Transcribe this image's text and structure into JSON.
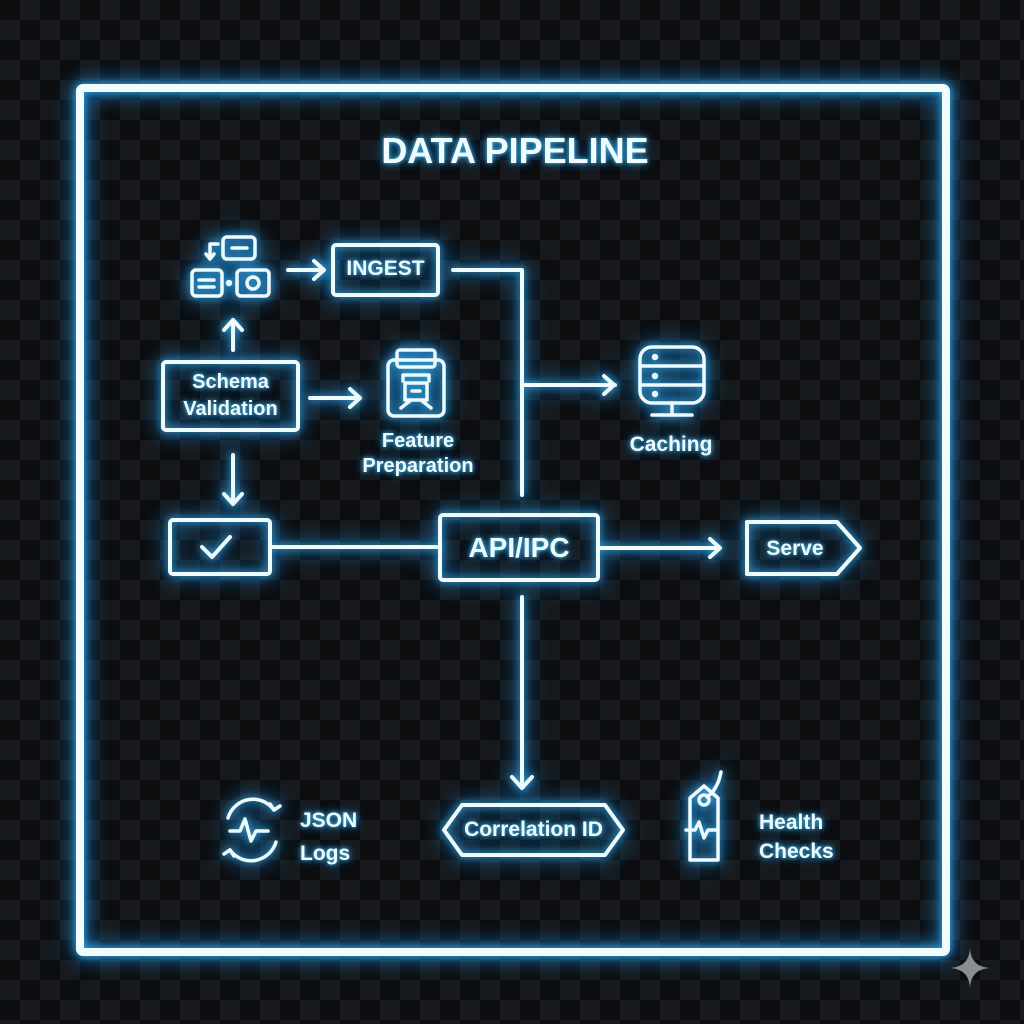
{
  "title": "DATA PIPELINE",
  "nodes": {
    "ingest": "INGEST",
    "schema_validation": [
      "Schema",
      "Validation"
    ],
    "feature_preparation": [
      "Feature",
      "Preparation"
    ],
    "caching": "Caching",
    "api_ipc": "API/IPC",
    "serve": "Serve",
    "correlation_id": "Correlation ID",
    "json_logs": [
      "JSON",
      "Logs"
    ],
    "health_checks": [
      "Health",
      "Checks"
    ]
  },
  "colors": {
    "glow": "#2fb4ff",
    "stroke": "#f2fbff",
    "background": "#0b0d0f"
  }
}
